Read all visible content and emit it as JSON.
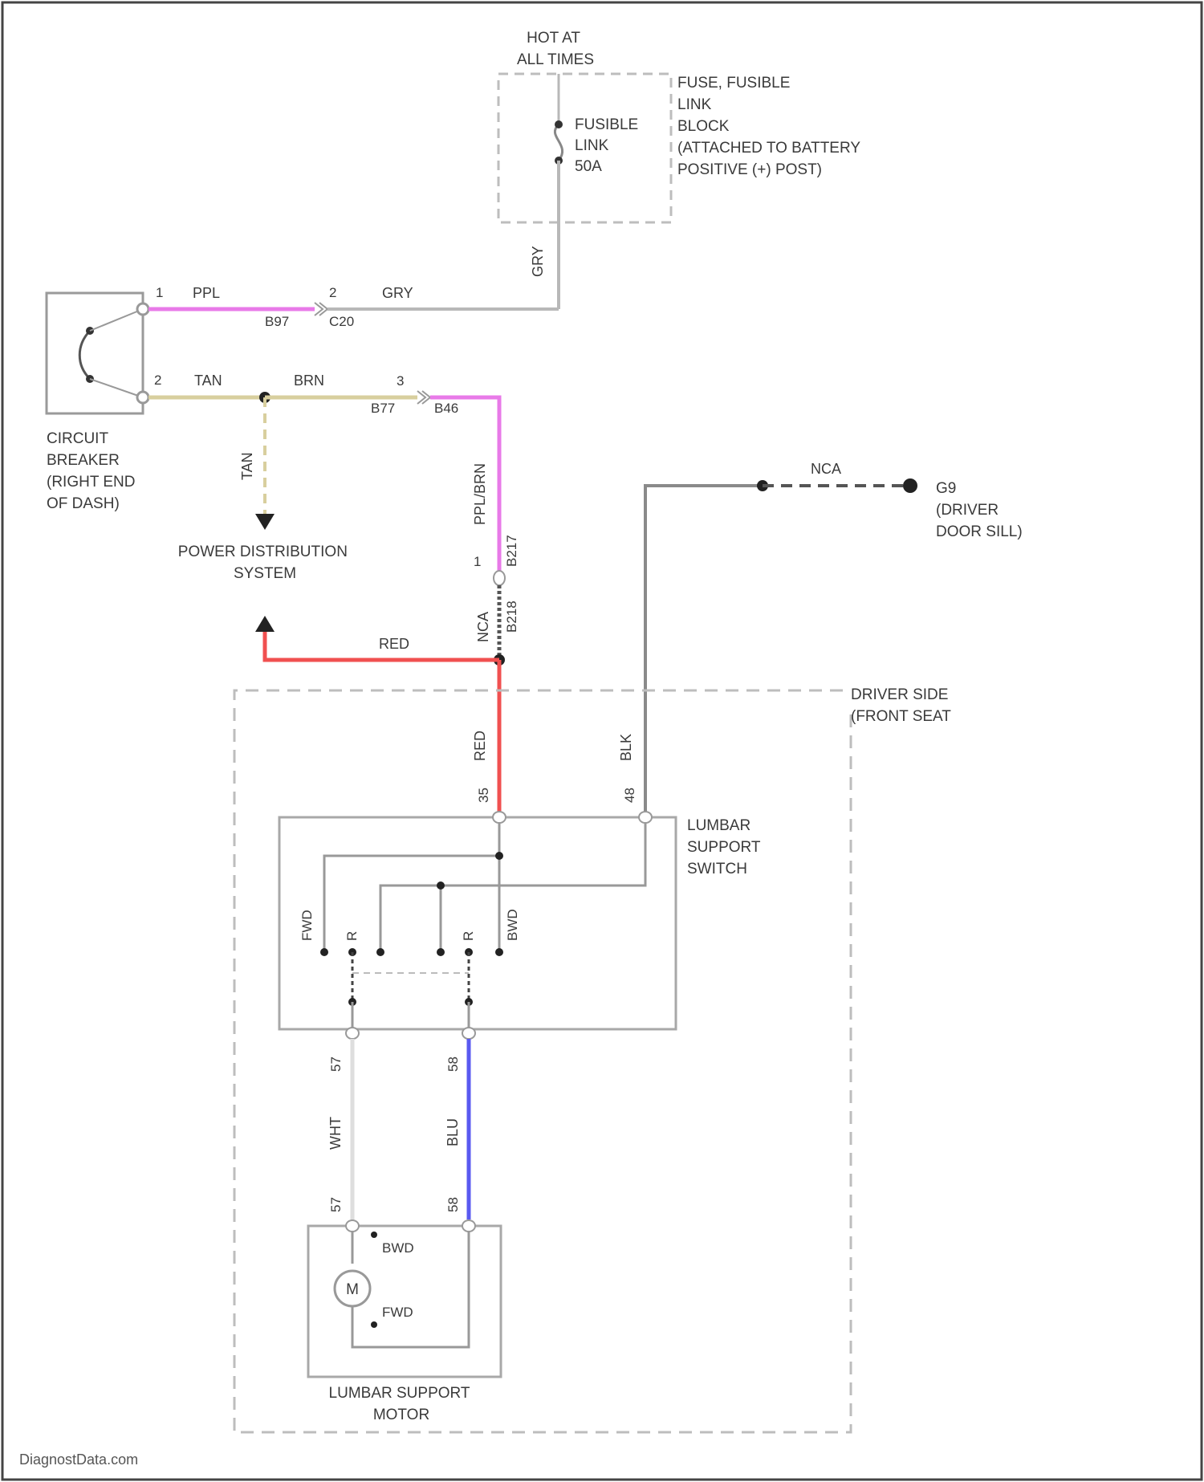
{
  "fuse_block": {
    "hot": [
      "HOT AT",
      "ALL TIMES"
    ],
    "name": [
      "FUSE, FUSIBLE",
      "LINK",
      "BLOCK",
      "(ATTACHED TO BATTERY",
      "POSITIVE (+) POST)"
    ],
    "fusible_link": [
      "FUSIBLE",
      "LINK",
      "50A"
    ]
  },
  "circuit_breaker": {
    "name": [
      "CIRCUIT",
      "BREAKER",
      "(RIGHT END",
      "OF DASH)"
    ],
    "pin1": "1",
    "pin2": "2"
  },
  "wires": {
    "ppl": "PPL",
    "gry": "GRY",
    "gry_vert": "GRY",
    "tan": "TAN",
    "brn": "BRN",
    "tan_vert": "TAN",
    "ppl_brn": "PPL/BRN",
    "red": "RED",
    "red_vert": "RED",
    "blk": "BLK",
    "wht": "WHT",
    "blu": "BLU",
    "nca_top": "NCA",
    "nca_vert": "NCA"
  },
  "connectors": {
    "c1_pin": "2",
    "c1_a": "B97",
    "c1_b": "C20",
    "pin1": "1",
    "c2_pin": "3",
    "c2_a": "B77",
    "c2_b": "B46",
    "c3_pin": "1",
    "c3_a": "B217",
    "c3_b": "B218"
  },
  "power_distribution": [
    "POWER DISTRIBUTION",
    "SYSTEM"
  ],
  "ground": [
    "G9",
    "(DRIVER",
    "DOOR SILL)"
  ],
  "driver_side": [
    "DRIVER SIDE",
    "(FRONT SEAT"
  ],
  "switch": {
    "name": [
      "LUMBAR",
      "SUPPORT",
      "SWITCH"
    ],
    "pin_red": "35",
    "pin_blk": "48",
    "fwd": "FWD",
    "r1": "R",
    "r2": "R",
    "bwd": "BWD",
    "pin_57": "57",
    "pin_58": "58"
  },
  "motor": {
    "name": [
      "LUMBAR SUPPORT",
      "MOTOR"
    ],
    "symbol": "M",
    "pin_57": "57",
    "pin_58": "58",
    "bwd": "BWD",
    "fwd": "FWD"
  },
  "watermark": "DiagnostData.com",
  "colors": {
    "ppl": "#e87ae8",
    "tan": "#d8cf9e",
    "gry": "#b8b8b8",
    "red": "#f05050",
    "blk": "#8a8a8a",
    "blu": "#5a5af0",
    "wht": "#dedede"
  }
}
